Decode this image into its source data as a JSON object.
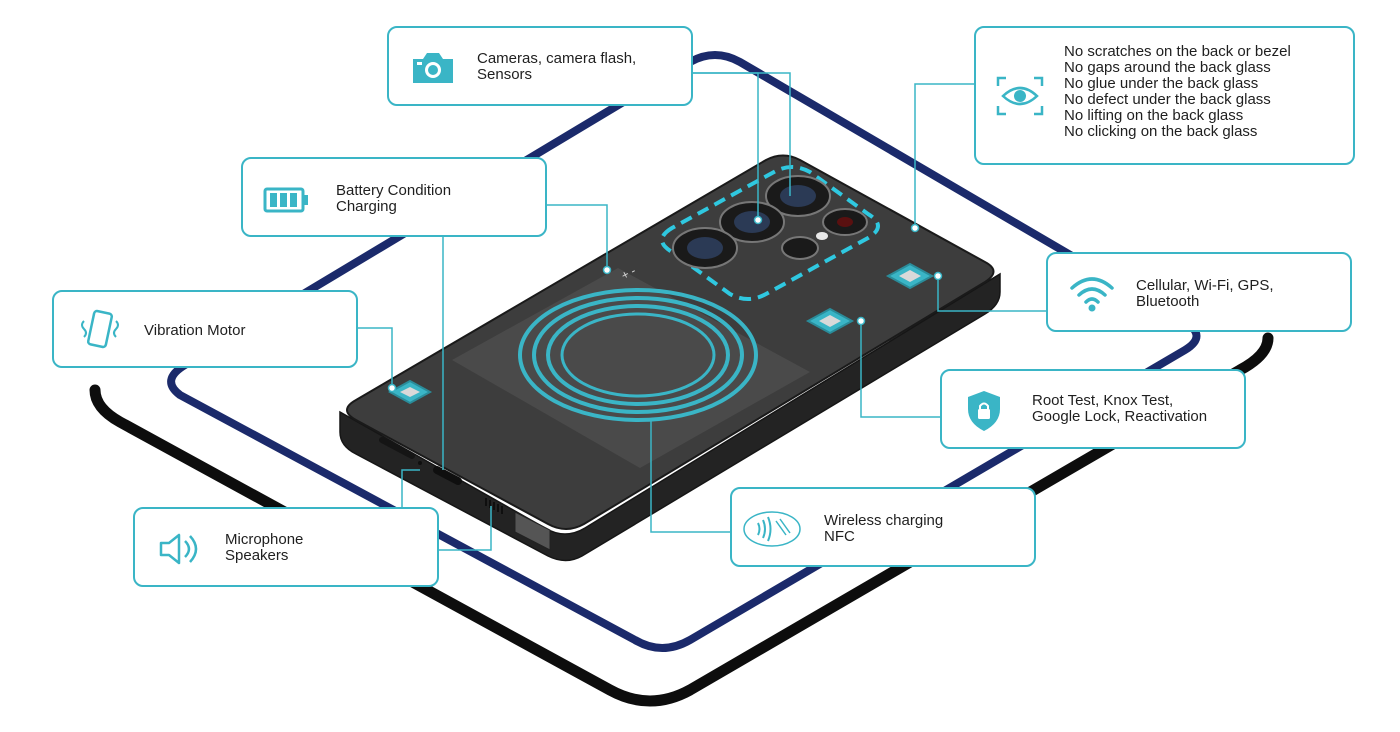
{
  "colors": {
    "accent": "#3ab5c6",
    "navy_frame": "#1b2a6b",
    "black_frame": "#0d0d0d",
    "phone_body": "#3b3b3b"
  },
  "phone": {
    "markings": "+ -"
  },
  "callouts": {
    "cameras": {
      "icon": "camera-icon",
      "lines": [
        "Cameras, camera flash,",
        "Sensors"
      ]
    },
    "battery": {
      "icon": "battery-icon",
      "lines": [
        "Battery Condition",
        "Charging"
      ]
    },
    "vibration": {
      "icon": "vibrating-phone-icon",
      "lines": [
        "Vibration Motor"
      ]
    },
    "microphone": {
      "icon": "speaker-icon",
      "lines": [
        "Microphone",
        "Speakers"
      ]
    },
    "back_glass": {
      "icon": "eye-scan-icon",
      "lines": [
        "No scratches on the back or bezel",
        "No gaps around the back glass",
        "No glue under the back glass",
        "No defect under the back glass",
        "No lifting on the back glass",
        "No clicking on the back glass"
      ]
    },
    "connectivity": {
      "icon": "wifi-icon",
      "lines": [
        "Cellular, Wi-Fi, GPS,",
        "Bluetooth"
      ]
    },
    "security": {
      "icon": "shield-lock-icon",
      "lines": [
        "Root Test, Knox Test,",
        "Google Lock, Reactivation"
      ]
    },
    "wireless": {
      "icon": "contactless-icon",
      "lines": [
        "Wireless charging",
        "NFC"
      ]
    }
  }
}
